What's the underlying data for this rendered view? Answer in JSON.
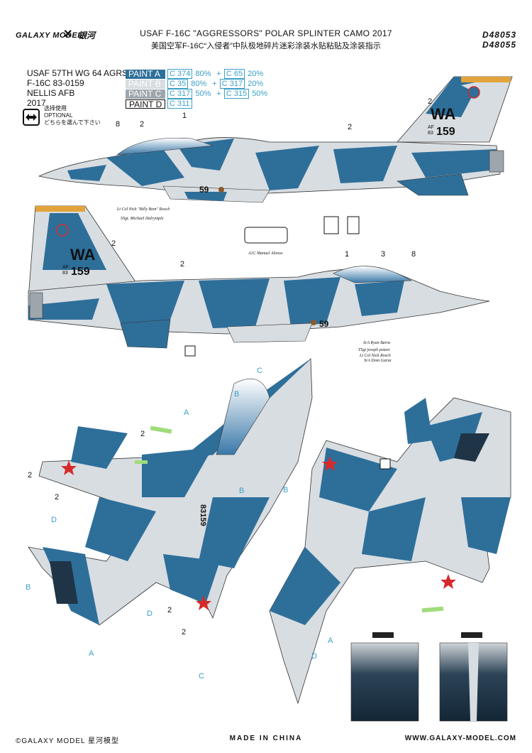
{
  "header": {
    "logo_brand": "GALAXY MODEL",
    "logo_x": "✕",
    "logo_cn": "银河",
    "title_en": "USAF F-16C \"AGGRESSORS\" POLAR SPLINTER CAMO 2017",
    "title_cn": "美国空军F-16C“入侵者”中队极地碎片迷彩涂装水贴粘贴及涂装指示",
    "code1": "D48053",
    "code2": "D48055"
  },
  "aircraft_info": {
    "line1": "USAF 57TH WG 64 AGRS",
    "line2": "F-16C 83-0159",
    "line3": "NELLIS AFB",
    "line4": "2017"
  },
  "paints": [
    {
      "label": "PAINT  A",
      "c1": "C 374",
      "p1": "80%",
      "plus": "+",
      "c2": "C 65",
      "p2": "20%"
    },
    {
      "label": "PAINT  B",
      "c1": "C 35",
      "p1": "80%",
      "plus": "+",
      "c2": "C 317",
      "p2": "20%"
    },
    {
      "label": "PAINT  C",
      "c1": "C 317",
      "p1": "50%",
      "plus": "+",
      "c2": "C 315",
      "p2": "50%"
    },
    {
      "label": "PAINT  D",
      "c1": "C 311",
      "p1": "",
      "plus": "",
      "c2": "",
      "p2": ""
    }
  ],
  "optional": {
    "line1": "选择使用",
    "line2": "OPTIONAL",
    "line3": "どちらを選んで下さい"
  },
  "markings": {
    "tail_code": "WA",
    "tail_af": "AF",
    "tail_83": "83",
    "tail_serial": "159",
    "side_number": "59",
    "pilot_1": "Lt Col Nick \"Billy Bom\" Rosch",
    "pilot_2": "SSgt. Michael Dalrymple",
    "crew_a1c": "A1C Manuel Alonso",
    "crew_1": "SrA Ryan Barns",
    "crew_2": "TSgt joseph poteet",
    "crew_3": "Lt Col Nick Rosch",
    "crew_4": "SrA Dom Garza",
    "under_serial": "83159"
  },
  "callouts": {
    "n1": "1",
    "n2": "2",
    "n3": "3",
    "n8": "8",
    "A": "A",
    "B": "B",
    "C": "C",
    "D": "D"
  },
  "footer": {
    "copyright": "©GALAXY MODEL 星河模型",
    "made_in": "MADE IN CHINA",
    "website": "WWW.GALAXY-MODEL.COM"
  },
  "colors": {
    "paint_a": "#2e6f9a",
    "paint_b": "#d8dde1",
    "paint_c": "#9ea6ad",
    "paint_d": "#ffffff",
    "callout": "#3aa0c8",
    "red_star": "#d62a2a",
    "green_strip": "#9fdc7a"
  }
}
